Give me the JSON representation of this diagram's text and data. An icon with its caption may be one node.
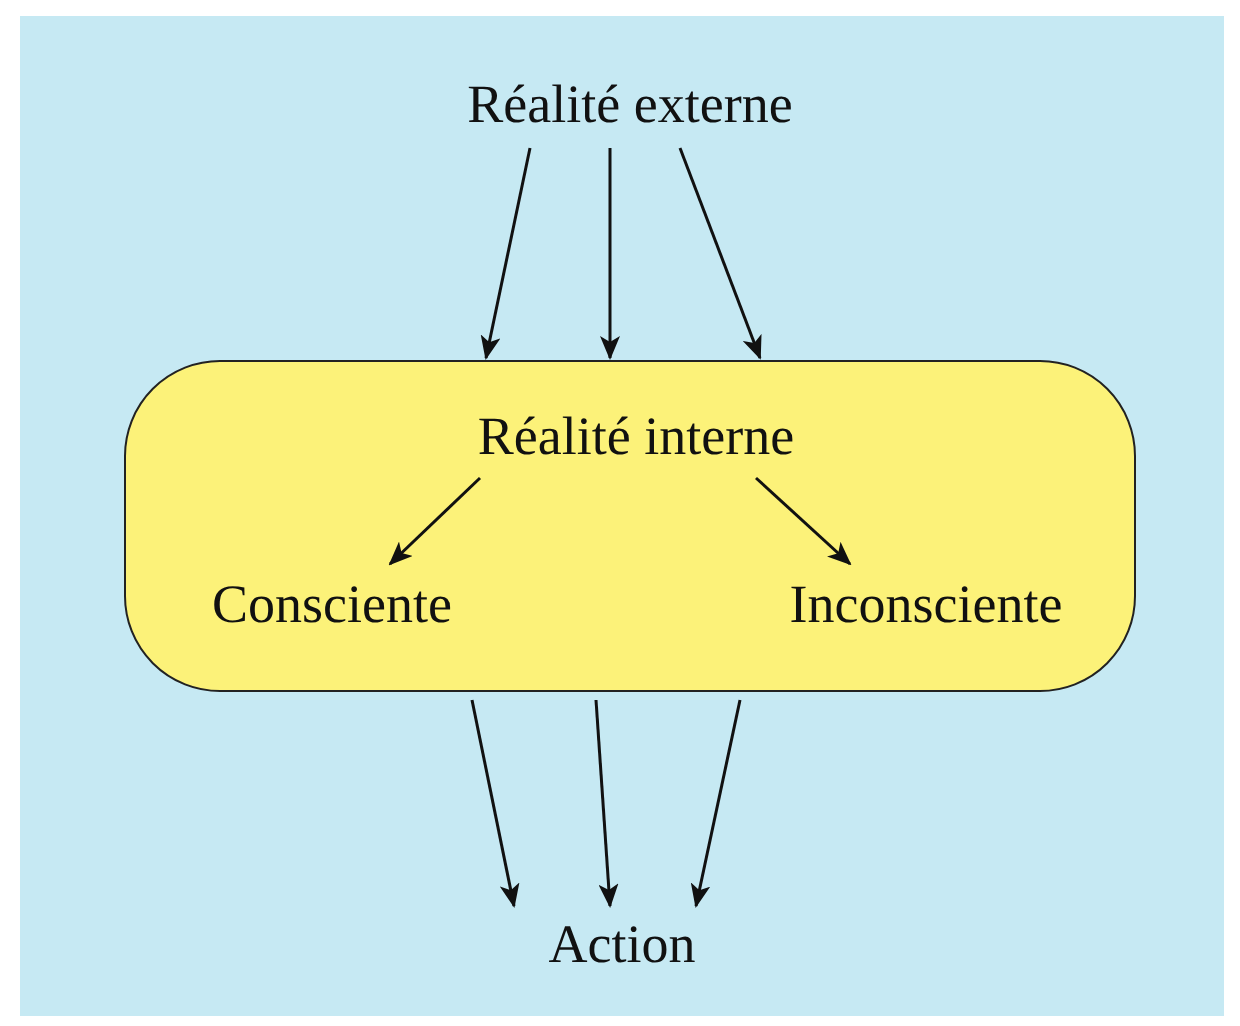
{
  "diagram": {
    "nodes": [
      {
        "text": [
          "Réalité externe"
        ]
      },
      {
        "text": [],
        "shape": "box"
      },
      {
        "text": [
          "Réalité interne"
        ],
        "in": 1
      },
      {
        "text": [
          "Consciente"
        ],
        "in": 1
      },
      {
        "text": [
          "Inconsciente"
        ],
        "in": 1
      },
      {
        "text": [
          "Action"
        ]
      }
    ],
    "edges": [
      {
        "from": 0,
        "to": 1,
        "arrow": "to"
      },
      {
        "from": 0,
        "to": 1,
        "arrow": "to"
      },
      {
        "from": 0,
        "to": 1,
        "arrow": "to"
      },
      {
        "from": 2,
        "to": 3,
        "arrow": "to"
      },
      {
        "from": 2,
        "to": 4,
        "arrow": "to"
      },
      {
        "from": 1,
        "to": 5,
        "arrow": "to"
      },
      {
        "from": 1,
        "to": 5,
        "arrow": "to"
      },
      {
        "from": 1,
        "to": 5,
        "arrow": "to"
      }
    ]
  }
}
